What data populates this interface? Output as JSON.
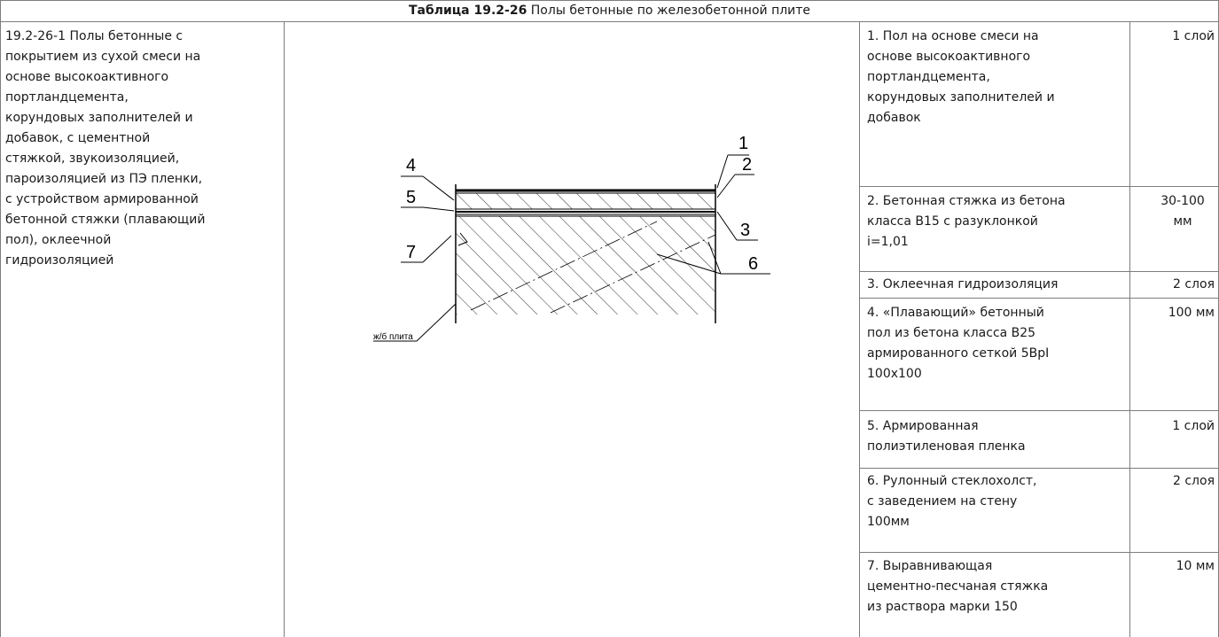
{
  "table": {
    "title_bold": "Таблица 19.2-26",
    "title_rest": " Полы бетонные по железобетонной плите",
    "description": "19.2-26-1 Полы бетонные с\nпокрытием из сухой смеси на\nоснове высокоактивного\nпортландцемента,\nкорундовых заполнителей и\nдобавок, с цементной\nстяжкой, звукоизоляцией,\nпароизоляцией из ПЭ пленки,\nс устройством армированной\nбетонной стяжки (плавающий\nпол), оклеечной\nгидроизоляцией"
  },
  "drawing": {
    "labels": [
      "1",
      "2",
      "3",
      "4",
      "5",
      "6",
      "7"
    ],
    "slab_label": "ж/б плита"
  },
  "layers": [
    {
      "text": "1. Пол на основе смеси на\nоснове высокоактивного\nпортландцемента,\nкорундовых заполнителей и\nдобавок",
      "value": "1 слой"
    },
    {
      "text": "2. Бетонная стяжка из бетона\nкласса В15 с разуклонкой\ni=1,01",
      "value": "30-100\nмм"
    },
    {
      "text": "3. Оклеечная гидроизоляция",
      "value": "2 слоя"
    },
    {
      "text": "4. «Плавающий» бетонный\nпол из бетона класса В25\nармированного сеткой 5ВрI\n100х100",
      "value": "100 мм"
    },
    {
      "text": "5. Армированная\nполиэтиленовая пленка",
      "value": "1 слой"
    },
    {
      "text": "6. Рулонный стеклохолст,\nс заведением на стену\n100мм",
      "value": "2 слоя"
    },
    {
      "text": "7. Выравнивающая\nцементно-песчаная стяжка\nиз раствора марки 150",
      "value": "10 мм"
    }
  ]
}
